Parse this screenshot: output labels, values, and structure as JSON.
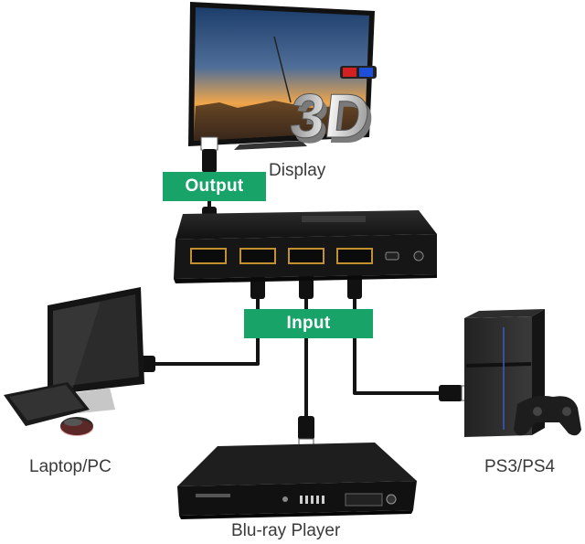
{
  "diagram": {
    "labels": {
      "display": "Display",
      "output": "Output",
      "input": "Input",
      "laptop": "Laptop/PC",
      "console": "PS3/PS4",
      "player": "Blu-ray Player"
    },
    "tv_badge": "3D",
    "colors": {
      "accent_green": "#18a368",
      "cable": "#141414",
      "device_body": "#1c1c1c",
      "label_text": "#3a3a3a"
    }
  }
}
